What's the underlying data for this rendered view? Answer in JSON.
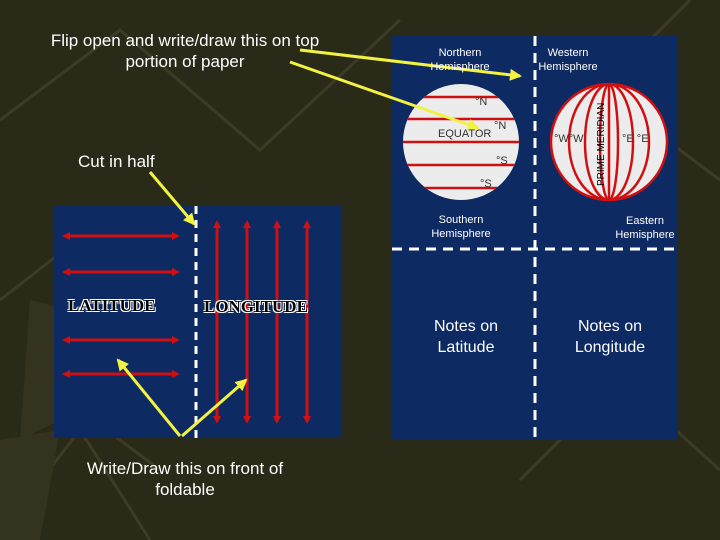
{
  "instructions": {
    "top": "Flip open and write/draw this on top portion of paper",
    "cut": "Cut in half",
    "bottom": "Write/Draw this on front of foldable"
  },
  "front": {
    "latitude": "LATITUDE",
    "longitude": "LONGITUDE"
  },
  "inside": {
    "northern": "Northern Hemisphere",
    "western": "Western Hemisphere",
    "southern": "Southern Hemisphere",
    "eastern": "Eastern Hemisphere",
    "notes_lat": "Notes on Latitude",
    "notes_long": "Notes on Longitude"
  },
  "globe_lat": {
    "n1": "°N",
    "n2": "°N",
    "equator": "EQUATOR",
    "s1": "°S",
    "s2": "°S"
  },
  "globe_long": {
    "prime": "PRIME MERIDIAN",
    "w": "°W°W",
    "e": "°E °E"
  },
  "colors": {
    "panel": "#0e2a63",
    "arrow": "#d01010",
    "pointer": "#f2f240",
    "dash": "#ffffff"
  }
}
